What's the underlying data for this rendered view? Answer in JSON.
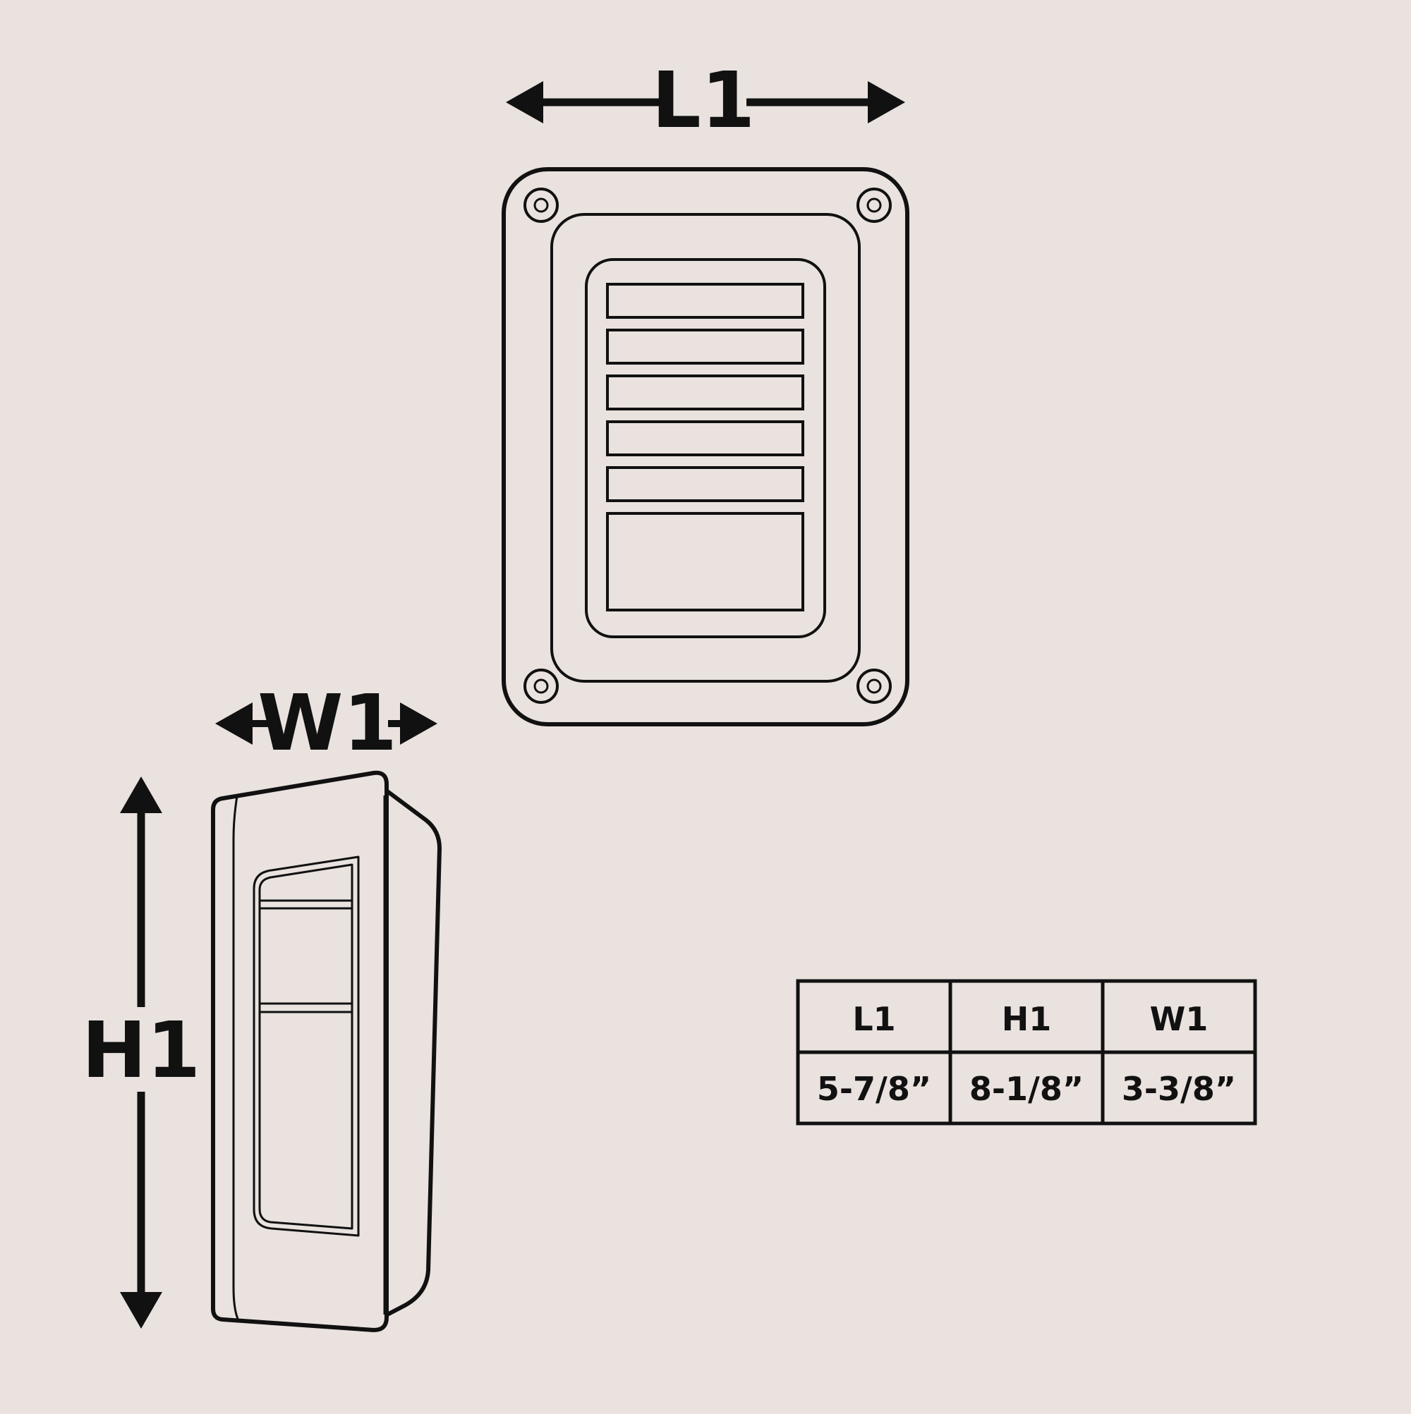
{
  "colors": {
    "background": "#e9e2de",
    "ink": "#111111"
  },
  "labels": {
    "length": "L1",
    "height": "H1",
    "width": "W1"
  },
  "table": {
    "headers": [
      "L1",
      "H1",
      "W1"
    ],
    "values": [
      "5-7/8”",
      "8-1/8”",
      "3-3/8”"
    ]
  }
}
